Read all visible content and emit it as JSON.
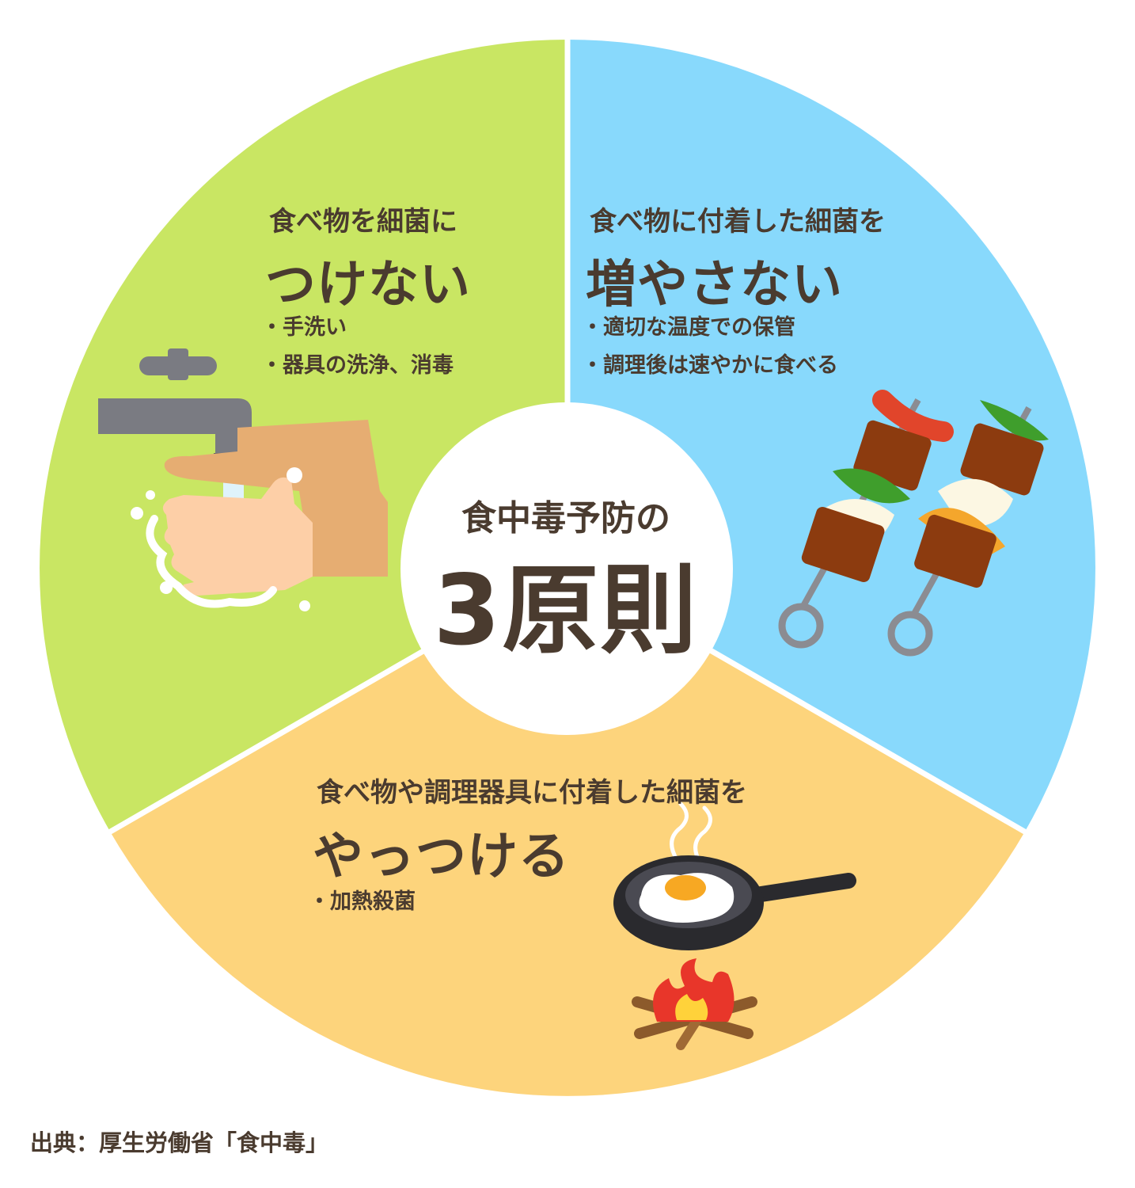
{
  "colors": {
    "green": "#c9e663",
    "blue": "#88d9fc",
    "orange": "#fdd47c",
    "text": "#4a3b2f",
    "center": "#ffffff"
  },
  "center": {
    "subtitle": "食中毒予防の",
    "title": "3原則"
  },
  "sections": [
    {
      "id": "keep-off",
      "heading": "食べ物を細菌に",
      "action": "つけない",
      "bullets": [
        "・手洗い",
        "・器具の洗浄、消毒"
      ],
      "icon": "handwashing-faucet-icon"
    },
    {
      "id": "no-growth",
      "heading": "食べ物に付着した細菌を",
      "action": "増やさない",
      "bullets": [
        "・適切な温度での保管",
        "・調理後は速やかに食べる"
      ],
      "icon": "grilled-skewers-icon"
    },
    {
      "id": "kill",
      "heading": "食べ物や調理器具に付着した細菌を",
      "action": "やっつける",
      "bullets": [
        "・加熱殺菌"
      ],
      "icon": "frying-pan-campfire-icon"
    }
  ],
  "source": "出典：厚生労働省「食中毒」"
}
